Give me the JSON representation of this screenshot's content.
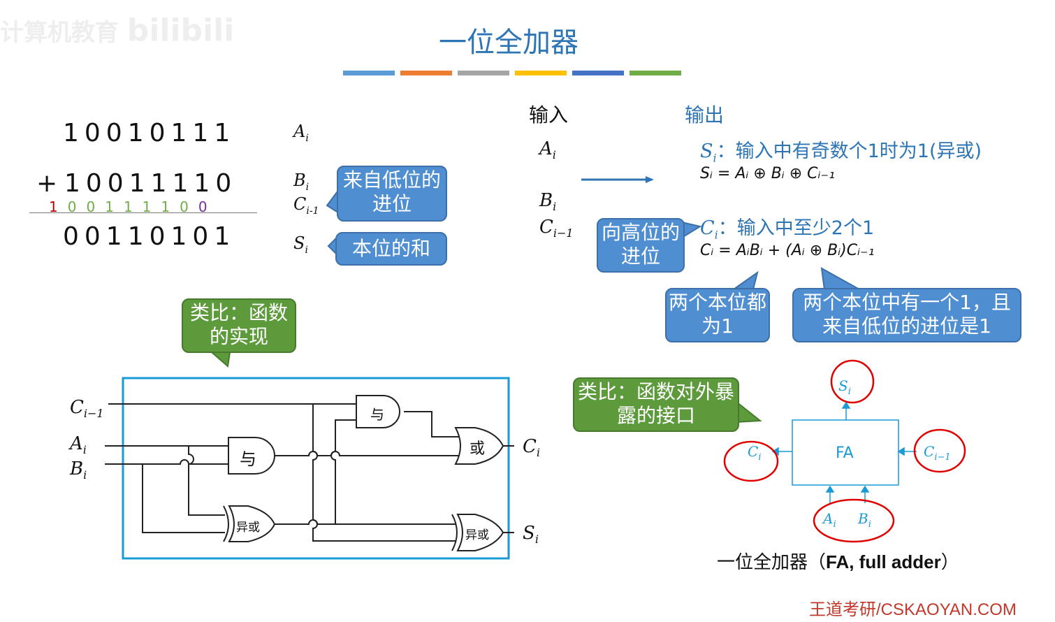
{
  "watermark": {
    "text": "计算机教育",
    "logo": "bilibili"
  },
  "title": "一位全加器",
  "title_bar_colors": [
    "#5b9bd5",
    "#ed7d31",
    "#a5a5a5",
    "#ffc000",
    "#4472c4",
    "#70ad47"
  ],
  "addition": {
    "a": "10010111",
    "plus": "+",
    "b": "10011110",
    "carries": [
      {
        "v": "1",
        "color": "#c00000"
      },
      {
        "v": "0",
        "color": "#70ad47"
      },
      {
        "v": "0",
        "color": "#70ad47"
      },
      {
        "v": "1",
        "color": "#70ad47"
      },
      {
        "v": "1",
        "color": "#70ad47"
      },
      {
        "v": "1",
        "color": "#70ad47"
      },
      {
        "v": "1",
        "color": "#70ad47"
      },
      {
        "v": "0",
        "color": "#70ad47"
      },
      {
        "v": "0",
        "color": "#7030a0"
      }
    ],
    "sum": "00110101",
    "labels": {
      "a": "A",
      "a_sub": "i",
      "b": "B",
      "b_sub": "i",
      "c": "C",
      "c_sub": "i-1",
      "s": "S",
      "s_sub": "i"
    },
    "callout_carry": "来自低位的进位",
    "callout_sum": "本位的和"
  },
  "io": {
    "input_heading": "输入",
    "output_heading": "输出",
    "inputs": [
      {
        "l": "A",
        "s": "i"
      },
      {
        "l": "B",
        "s": "i"
      },
      {
        "l": "C",
        "s": "i−1"
      }
    ],
    "s_desc_var": "S",
    "s_desc_sub": "i",
    "s_desc": "：输入中有奇数个1时为1(异或)",
    "s_formula": "Sᵢ = Aᵢ ⊕ Bᵢ ⊕ Cᵢ₋₁",
    "c_desc_var": "C",
    "c_desc_sub": "i",
    "c_desc": "：输入中至少2个1",
    "c_formula": "Cᵢ = AᵢBᵢ + (Aᵢ ⊕ Bᵢ)Cᵢ₋₁",
    "callout_high_carry": "向高位的进位",
    "callout_both": "两个本位都为1",
    "callout_one": "两个本位中有一个1，且来自低位的进位是1"
  },
  "circuit": {
    "callout": "类比：函数的实现",
    "inputs": [
      {
        "l": "C",
        "s": "i−1"
      },
      {
        "l": "A",
        "s": "i"
      },
      {
        "l": "B",
        "s": "i"
      }
    ],
    "outputs": [
      {
        "l": "C",
        "s": "i"
      },
      {
        "l": "S",
        "s": "i"
      }
    ],
    "gates": {
      "and": "与",
      "or": "或",
      "xor": "异或"
    }
  },
  "fa": {
    "callout": "类比：函数对外暴露的接口",
    "block": "FA",
    "ports": {
      "s": "S",
      "s_sub": "i",
      "c": "C",
      "c_sub": "i",
      "cin": "C",
      "cin_sub": "i−1",
      "a": "A",
      "a_sub": "i",
      "b": "B",
      "b_sub": "i"
    },
    "caption_cn": "一位全加器（",
    "caption_en": "FA, full adder",
    "caption_end": "）",
    "accent": "#1a9ad6",
    "annotation_color": "#e00000"
  },
  "footer": "王道考研/CSKAOYAN.COM"
}
